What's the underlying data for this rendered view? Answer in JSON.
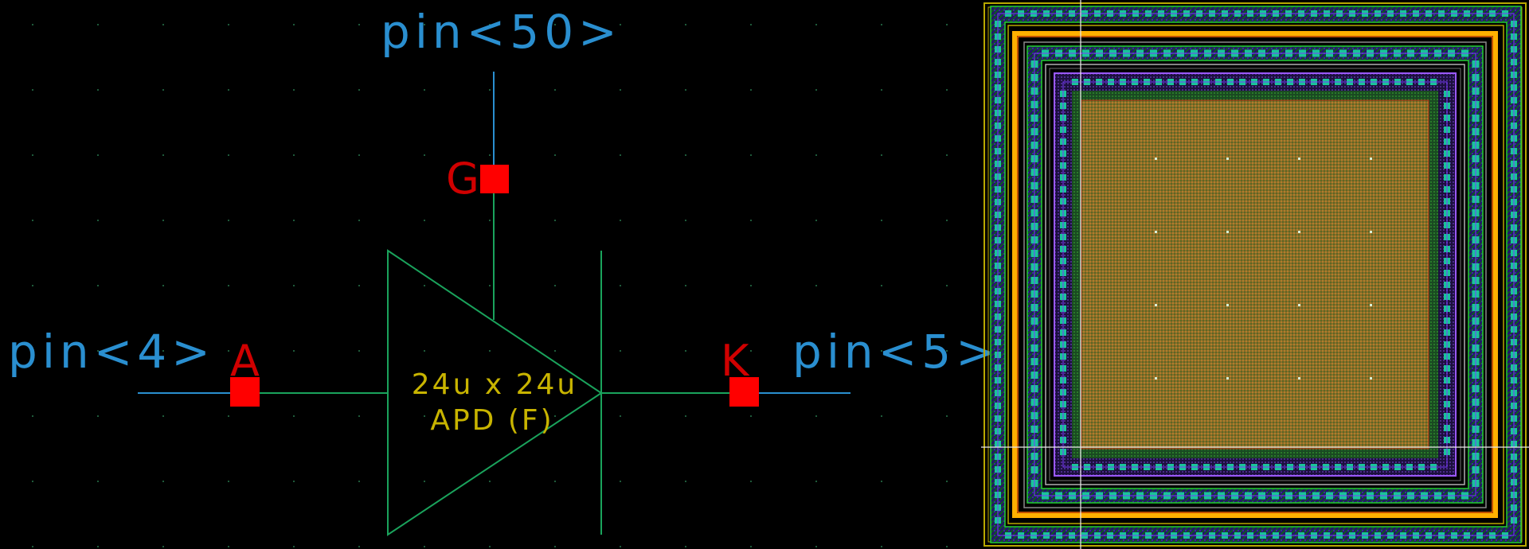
{
  "schematic": {
    "symbol": {
      "label_line1": "24u x 24u",
      "label_line2": "APD (F)",
      "text_color": "#c8b400",
      "outline_color": "#1aa35c"
    },
    "pins": [
      {
        "id": "A",
        "terminal": "A",
        "net_label": "pin<4>",
        "side": "left"
      },
      {
        "id": "G",
        "terminal": "G",
        "net_label": "pin<50>",
        "side": "top"
      },
      {
        "id": "K",
        "terminal": "K",
        "net_label": "pin<5>",
        "side": "right"
      }
    ],
    "colors": {
      "background": "#000000",
      "net_label": "#2a8fd0",
      "wire_blue": "#2a8fd0",
      "wire_green": "#1aa35c",
      "pin_box": "#ff0000",
      "terminal_text": "#d00000",
      "grid_dot": "#1e5a3a"
    }
  },
  "layout": {
    "description": "APD layout view",
    "colors": {
      "ring_metal": "#2a1a8a",
      "contact": "#19c49a",
      "gold_ring": "#ffb000",
      "orange_ring": "#ff6a00",
      "well_border": "#9b59ff",
      "active_fill": "#8a6a2a",
      "active_dot": "#3a7a2a",
      "outline_yellow": "#b8a800",
      "outline_green": "#22cc33",
      "outline_gray": "#b0b0b0",
      "crosshair": "#e8e8e8"
    }
  }
}
